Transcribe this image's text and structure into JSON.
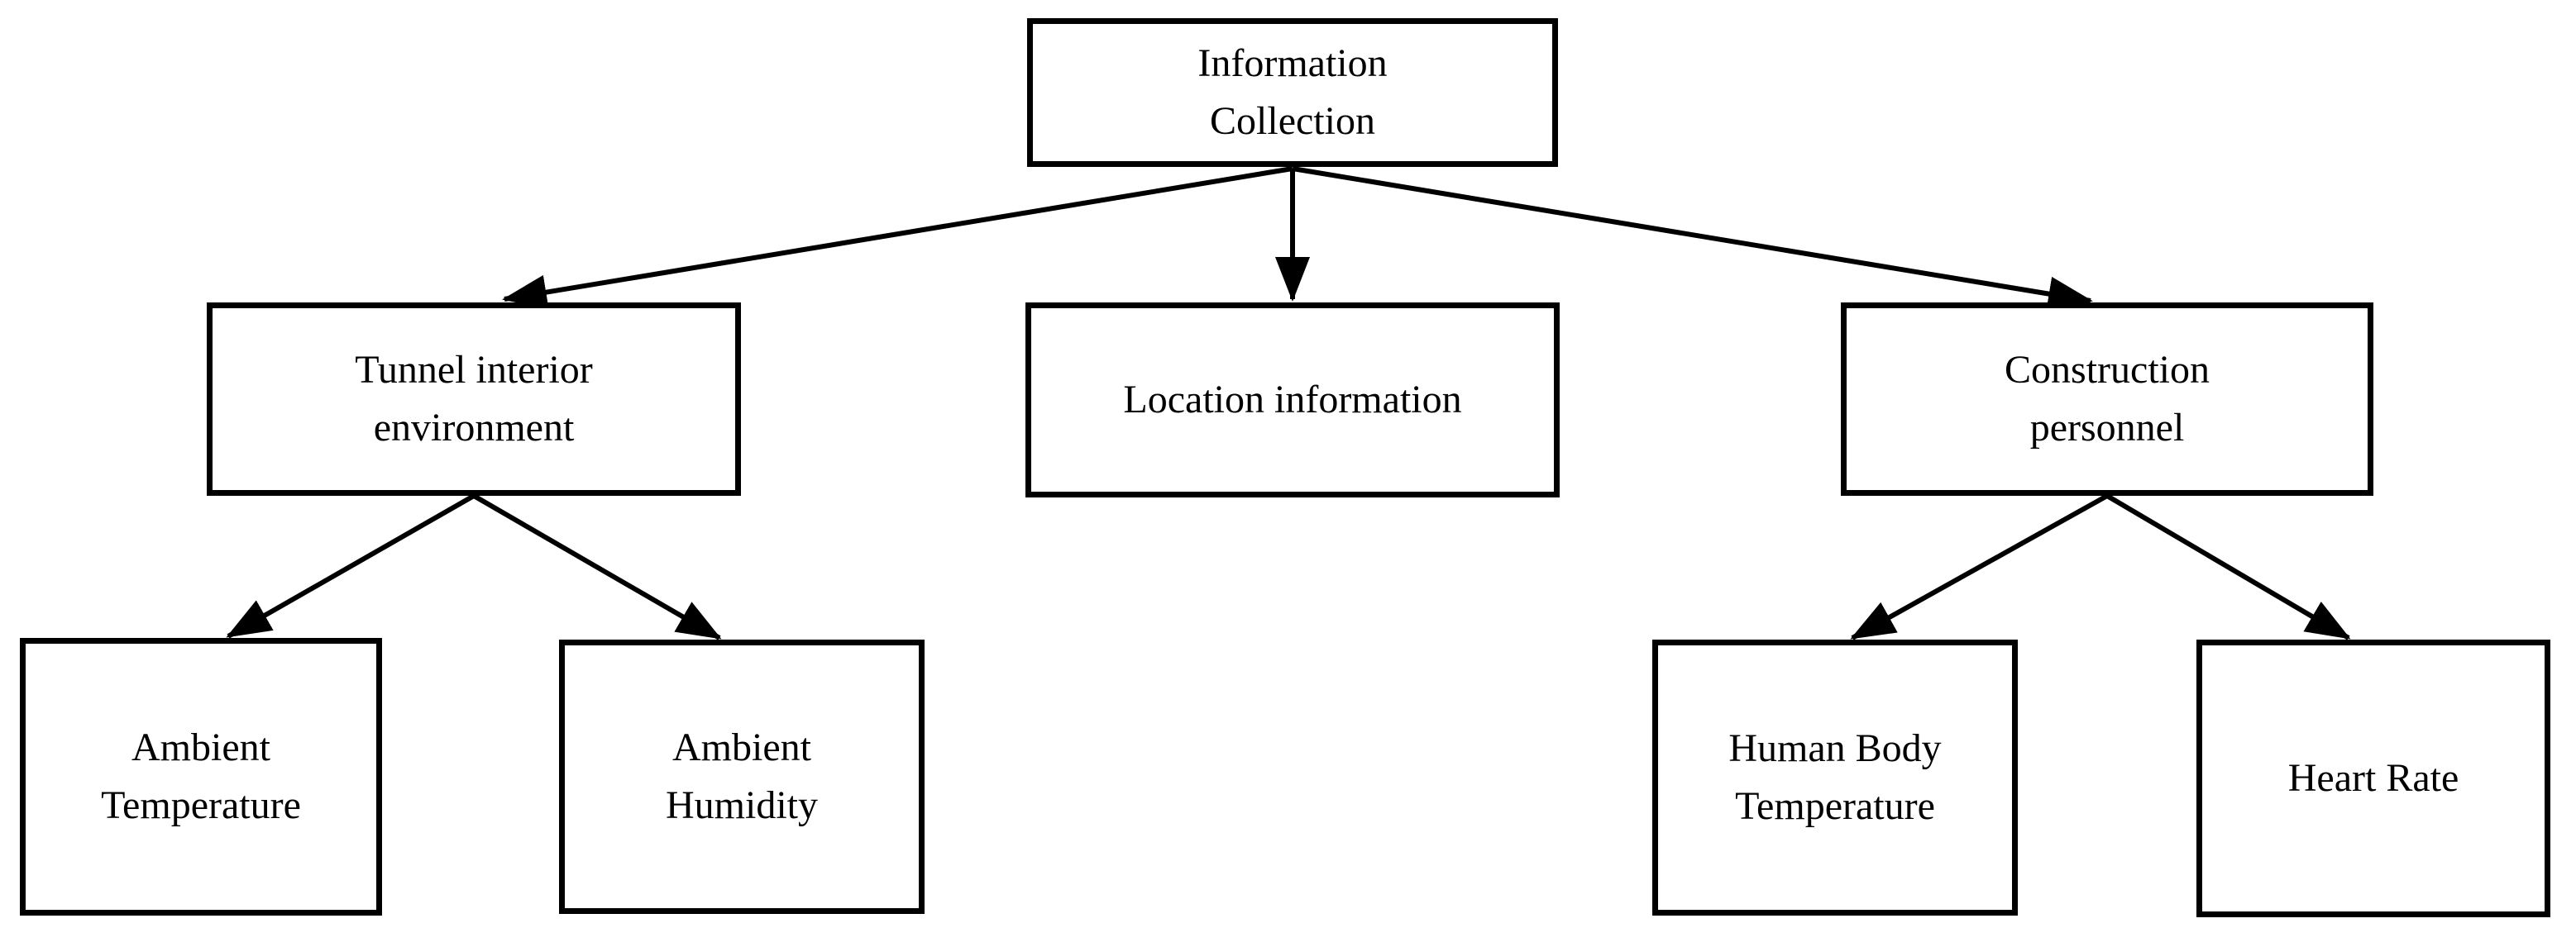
{
  "diagram": {
    "type": "flowchart-tree",
    "colors": {
      "background": "#ffffff",
      "box_fill": "#ffffff",
      "box_border": "#000000",
      "line": "#000000",
      "text": "#000000"
    },
    "nodes": {
      "information_collection": {
        "label": "Information\nCollection"
      },
      "tunnel_interior_environment": {
        "label": "Tunnel interior\nenvironment"
      },
      "location_information": {
        "label": "Location information"
      },
      "construction_personnel": {
        "label": "Construction\npersonnel"
      },
      "ambient_temperature": {
        "label": "Ambient\nTemperature"
      },
      "ambient_humidity": {
        "label": "Ambient\nHumidity"
      },
      "human_body_temperature": {
        "label": "Human Body\nTemperature"
      },
      "heart_rate": {
        "label": "Heart Rate"
      }
    },
    "edges": [
      {
        "from": "information_collection",
        "to": "tunnel_interior_environment"
      },
      {
        "from": "information_collection",
        "to": "location_information"
      },
      {
        "from": "information_collection",
        "to": "construction_personnel"
      },
      {
        "from": "tunnel_interior_environment",
        "to": "ambient_temperature"
      },
      {
        "from": "tunnel_interior_environment",
        "to": "ambient_humidity"
      },
      {
        "from": "construction_personnel",
        "to": "human_body_temperature"
      },
      {
        "from": "construction_personnel",
        "to": "heart_rate"
      }
    ]
  }
}
